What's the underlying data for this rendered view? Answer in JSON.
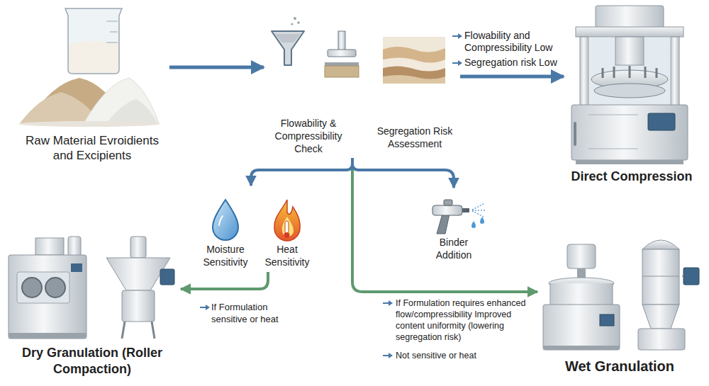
{
  "diagram": {
    "nodes": [
      {
        "text": [
          "Raw Material Evroidients and Excipients"
        ]
      },
      {
        "text": [
          "Flowability & Compressibility Check",
          "Segregation Risk Assessment"
        ]
      },
      {
        "text": [
          "Direct Compression"
        ]
      },
      {
        "text": [
          "Moisture Sensitivity",
          "Heat Sensitivity"
        ]
      },
      {
        "text": [
          "Binder Addition"
        ]
      },
      {
        "text": [
          "Dry Granulation (Roller Compaction)"
        ]
      },
      {
        "text": [
          "Wet Granulation"
        ]
      }
    ],
    "edges": [
      {
        "from": 0,
        "to": 1,
        "arrow": "to"
      },
      {
        "from": 1,
        "to": 2,
        "arrow": "to"
      },
      {
        "from": 1,
        "to": 3,
        "arrow": "to"
      },
      {
        "from": 1,
        "to": 4,
        "arrow": "to"
      },
      {
        "from": 1,
        "to": 6,
        "arrow": "to"
      },
      {
        "from": 3,
        "to": 5,
        "arrow": "to"
      }
    ],
    "labels": [
      "Flowability and Compressibility Low",
      "Segregation risk Low",
      "If Formulation sensitive or heat",
      "If Formulation requires enhanced flow/compressibility Improved content uniformity (lowering segregation risk)",
      "Not sensitive or heat"
    ]
  }
}
